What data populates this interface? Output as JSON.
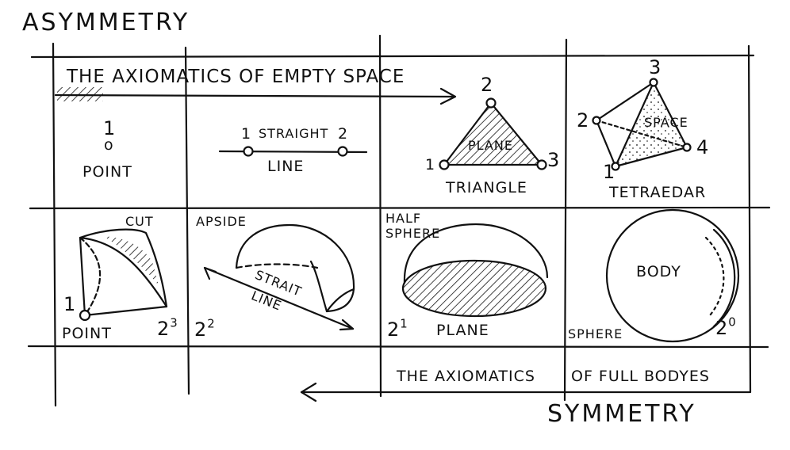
{
  "titles": {
    "top": "ASYMMETRY",
    "bottom": "SYMMETRY"
  },
  "headers": {
    "empty_space": "THE AXIOMATICS OF EMPTY SPACE",
    "full_bodies_part1": "THE AXIOMATICS",
    "full_bodies_part2": "OF FULL BODYES"
  },
  "top_row": {
    "point": {
      "num": "1",
      "dot": "o",
      "label": "POINT"
    },
    "line": {
      "num1": "1",
      "label_top": "STRAIGHT",
      "num2": "2",
      "label_bottom": "LINE"
    },
    "triangle": {
      "num_top": "2",
      "num_left": "1",
      "num_right": "3",
      "inner": "PLANE",
      "label": "TRIANGLE"
    },
    "tetrahedron": {
      "num_top": "3",
      "num_left": "2",
      "num_right": "4",
      "num_bottom": "1",
      "inner": "SPACE",
      "label": "TETRAEDAR"
    }
  },
  "bottom_row": {
    "cut": {
      "label_top": "CUT",
      "num": "1",
      "label_point": "POINT",
      "exp_base": "2",
      "exp": "3"
    },
    "apside": {
      "label": "APSIDE",
      "line1": "STRAIT",
      "line2": "LINE",
      "exp_base": "2",
      "exp": "2"
    },
    "half_sphere": {
      "label1": "HALF",
      "label2": "SPHERE",
      "label_plane": "PLANE",
      "exp_base": "2",
      "exp": "1"
    },
    "sphere": {
      "inner": "BODY",
      "label": "SPHERE",
      "exp_base": "2",
      "exp": "0"
    }
  }
}
